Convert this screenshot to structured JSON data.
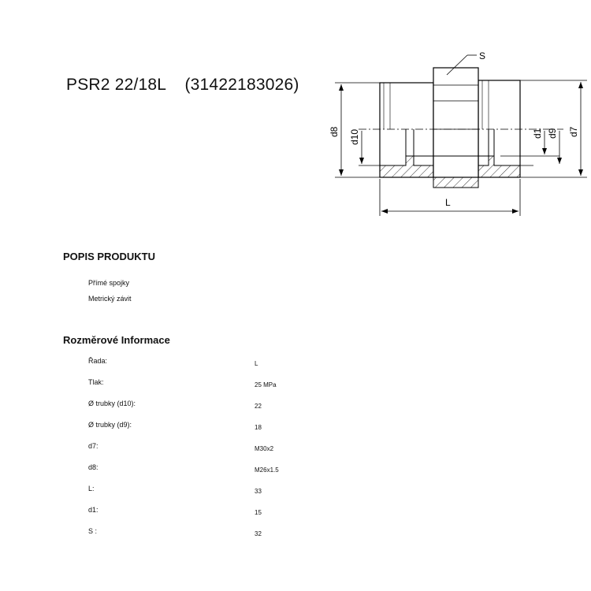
{
  "product": {
    "title": "PSR2 22/18L    (31422183026)"
  },
  "diagram": {
    "labels": {
      "s": "S",
      "d8": "d8",
      "d10": "d10",
      "d1": "d1",
      "d9": "d9",
      "d7": "d7",
      "l": "L"
    }
  },
  "description": {
    "heading": "POPIS PRODUKTU",
    "lines": [
      "Přímé spojky",
      "Metrický závit"
    ]
  },
  "dimensions": {
    "heading": "Rozměrové Informace",
    "rows": [
      {
        "label": "Řada:",
        "value": "L"
      },
      {
        "label": "Tlak:",
        "value": "25  MPa"
      },
      {
        "label": "Ø trubky (d10):",
        "value": "22"
      },
      {
        "label": "Ø trubky (d9):",
        "value": "18"
      },
      {
        "label": "d7:",
        "value": "M30x2"
      },
      {
        "label": "d8:",
        "value": "M26x1.5"
      },
      {
        "label": "L:",
        "value": "33"
      },
      {
        "label": "d1:",
        "value": "15"
      },
      {
        "label": "S :",
        "value": "32"
      }
    ]
  }
}
